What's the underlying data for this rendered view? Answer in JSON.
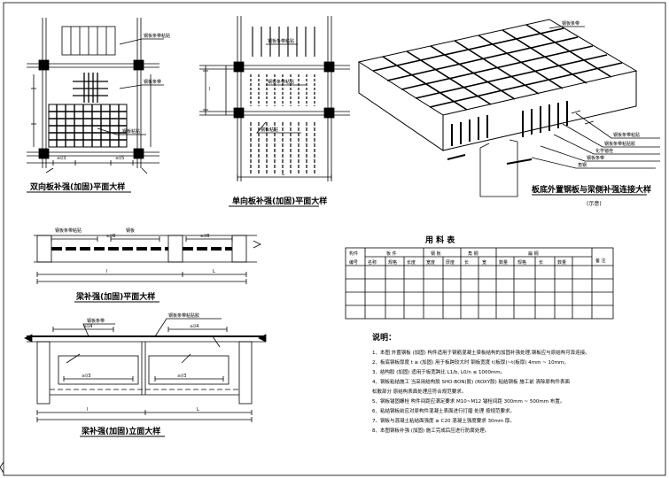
{
  "drawing": {
    "panels": {
      "plan_a": {
        "caption": "双向板补强(加固)平面大样"
      },
      "plan_b": {
        "caption": "单向板补强(加固)平面大样"
      },
      "iso": {
        "caption": "板底外置钢板与梁侧补强连接大样",
        "note": "(示意)"
      },
      "beam_plan": {
        "caption": "梁补强(加固)平面大样"
      },
      "beam_elev": {
        "caption": "梁补强(加固)立面大样"
      }
    },
    "dims": {
      "ge_l8": "≥l/8",
      "ge_l3": "≥l/3",
      "ge_l4": "≥l/4",
      "ge_l5": "≥l/5",
      "l": "l",
      "L": "L"
    },
    "materials_table": {
      "title": "用 料 表",
      "headers": [
        "构件",
        "板 件",
        "钢 板",
        "角 钢",
        "扁 钢",
        "备 注"
      ],
      "subheaders": [
        "编号",
        "名称",
        "规格",
        "长度",
        "宽度",
        "厚度",
        "长",
        "宽",
        "数量",
        "规格",
        "长",
        "数量"
      ],
      "rows": 4
    },
    "notes": {
      "title": "说明：",
      "lines": [
        "1、本图 外置钢板 (加固) 构件适用于钢筋混凝土梁板结构的加固补强处理,钢板应与原结构可靠连接。",
        "2、板底钢板厚度 t ≥ (加固) 用于板跨较大时 钢板宽度    t(板厚)~t(板厚)     4mm ~ 10mm。",
        "3、结构胶 (加固) 适用于板宽跨比        L1/b, L0/n ≤ 1000mm。",
        "4、钢板粘结施工 当采用结构胶    SHO-BON(胶) (ROXY胶) 粘结钢板  施工前 清除原构件表面",
        "   松散部分  原结构表面处理应符合规范要求。",
        "5、钢板锚固螺栓 构件间距应满足要求              M10~M12 锚栓间距       300mm ~ 500mm 布置。",
        "6、粘结钢板前应对原构件混凝土表面进行打磨     处理 按规范要求。",
        "7、钢板与混凝土粘结面强度       ≥ C20 混凝土强度要求       30mm 厚。",
        "8、本图钢板补强 (加固) 施工完成后应进行防腐处理。"
      ]
    }
  }
}
